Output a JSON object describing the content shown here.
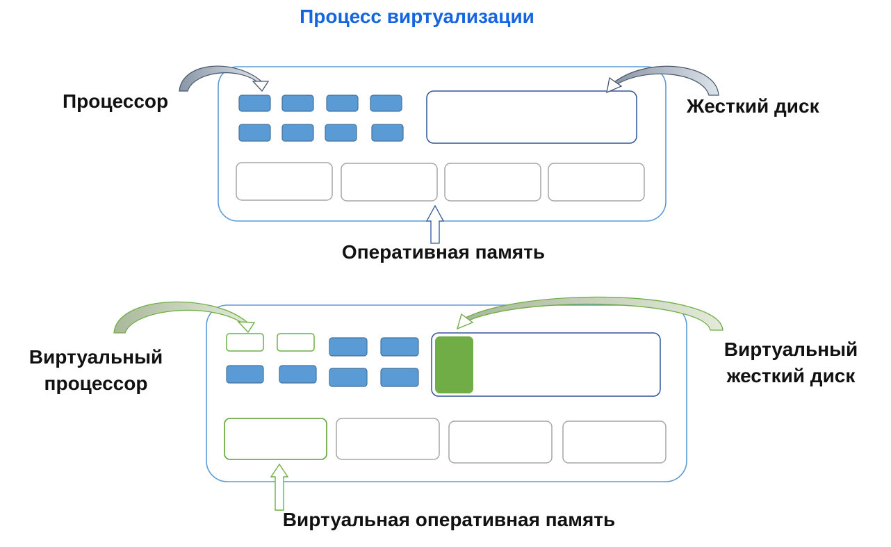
{
  "title": "Процесс виртуализации",
  "top": {
    "cpu_label": "Процессор",
    "disk_label": "Жесткий диск",
    "ram_label": "Оперативная память"
  },
  "bottom": {
    "vcpu_label_line1": "Виртуальный",
    "vcpu_label_line2": "процессор",
    "vdisk_label_line1": "Виртуальный",
    "vdisk_label_line2": "жесткий диск",
    "vram_label": "Виртуальная оперативная память"
  },
  "colors": {
    "title": "#1565e0",
    "outline_blue": "#5b9bd5",
    "cell_fill": "#5b9bd5",
    "cell_stroke": "#41719c",
    "disk_stroke": "#2f5597",
    "gray_stroke": "#a6a6a6",
    "green": "#70ad47"
  }
}
